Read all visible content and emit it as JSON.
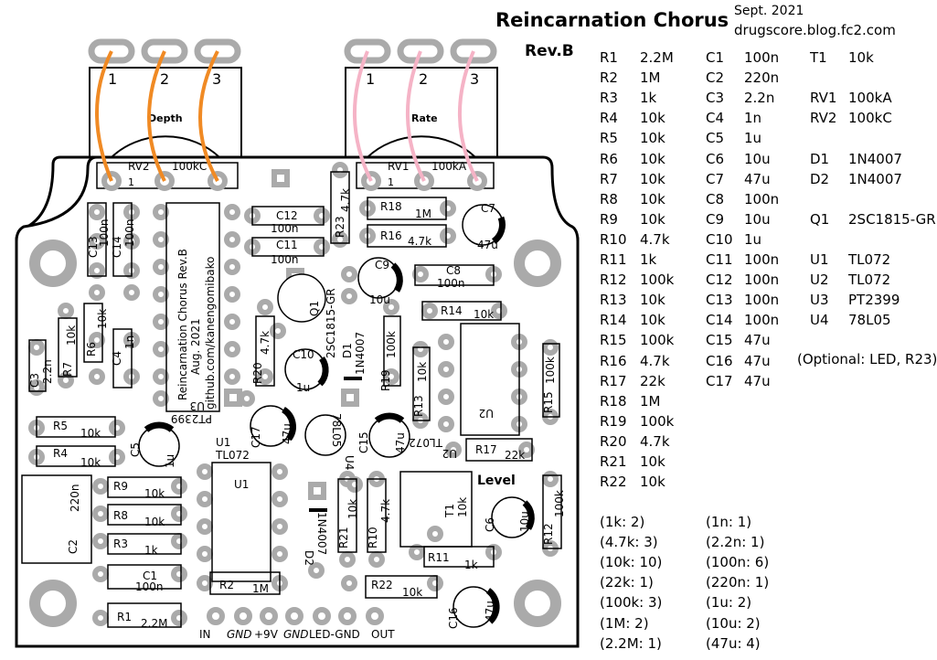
{
  "header": {
    "title": "Reincarnation Chorus",
    "revision": "Rev.B",
    "date": "Sept. 2021",
    "site": "drugscore.blog.fc2.com"
  },
  "pots": [
    {
      "ref": "RV2",
      "value": "100kC",
      "name": "Depth",
      "pins": [
        "1",
        "2",
        "3"
      ],
      "wire_color": "#f08a24"
    },
    {
      "ref": "RV1",
      "value": "100kA",
      "name": "Rate",
      "pins": [
        "1",
        "2",
        "3"
      ],
      "wire_color": "#f5b3c6"
    }
  ],
  "silkscreen": {
    "ic_label": "Reincarnation Chorus Rev.B",
    "ic_date": "Aug. 2021",
    "ic_url": "github.com/kanengomibako",
    "u3_ref": "U3",
    "u3_part": "PT2399",
    "u1_ref": "U1",
    "u1_part": "TL072",
    "u2_ref": "U2",
    "u2_part": "TL072",
    "q1_ref": "Q1",
    "q1_part": "2SC1815-GR",
    "d1_ref": "D1",
    "d1_part": "1N4007",
    "d2_ref": "D2",
    "d2_part": "1N4007",
    "u4_part": "78L05",
    "u4_ref": "U4",
    "level_label": "Level",
    "t1_ref": "T1",
    "t1_value": "10k",
    "pads": [
      "IN",
      "GND",
      "+9V",
      "GND",
      "LED-GND",
      "OUT"
    ],
    "resistors": [
      {
        "ref": "R1",
        "value": "2.2M"
      },
      {
        "ref": "R2",
        "value": "1M"
      },
      {
        "ref": "R3",
        "value": "1k"
      },
      {
        "ref": "R4",
        "value": "10k"
      },
      {
        "ref": "R5",
        "value": "10k"
      },
      {
        "ref": "R6",
        "value": "10k"
      },
      {
        "ref": "R7",
        "value": "10k"
      },
      {
        "ref": "R8",
        "value": "10k"
      },
      {
        "ref": "R9",
        "value": "10k"
      },
      {
        "ref": "R10",
        "value": "4.7k"
      },
      {
        "ref": "R11",
        "value": "1k"
      },
      {
        "ref": "R12",
        "value": "100k"
      },
      {
        "ref": "R13",
        "value": "10k"
      },
      {
        "ref": "R14",
        "value": "10k"
      },
      {
        "ref": "R15",
        "value": "100k"
      },
      {
        "ref": "R16",
        "value": "4.7k"
      },
      {
        "ref": "R17",
        "value": "22k"
      },
      {
        "ref": "R18",
        "value": "1M"
      },
      {
        "ref": "R19",
        "value": "100k"
      },
      {
        "ref": "R20",
        "value": "4.7k"
      },
      {
        "ref": "R21",
        "value": "10k"
      },
      {
        "ref": "R22",
        "value": "10k"
      },
      {
        "ref": "R23",
        "value": "4.7k"
      }
    ],
    "caps": [
      {
        "ref": "C1",
        "value": "100n"
      },
      {
        "ref": "C2",
        "value": "220n"
      },
      {
        "ref": "C3",
        "value": "2.2n"
      },
      {
        "ref": "C4",
        "value": "1n"
      },
      {
        "ref": "C5",
        "value": "1u"
      },
      {
        "ref": "C6",
        "value": "10u"
      },
      {
        "ref": "C7",
        "value": "47u"
      },
      {
        "ref": "C8",
        "value": "100n"
      },
      {
        "ref": "C9",
        "value": "10u"
      },
      {
        "ref": "C10",
        "value": "1u"
      },
      {
        "ref": "C11",
        "value": "100n"
      },
      {
        "ref": "C12",
        "value": "100n"
      },
      {
        "ref": "C13",
        "value": "100n"
      },
      {
        "ref": "C14",
        "value": "100n"
      },
      {
        "ref": "C15",
        "value": "47u"
      },
      {
        "ref": "C16",
        "value": "47u"
      },
      {
        "ref": "C17",
        "value": "47u"
      }
    ]
  },
  "bom": {
    "resistors": [
      [
        "R1",
        "2.2M"
      ],
      [
        "R2",
        "1M"
      ],
      [
        "R3",
        "1k"
      ],
      [
        "R4",
        "10k"
      ],
      [
        "R5",
        "10k"
      ],
      [
        "R6",
        "10k"
      ],
      [
        "R7",
        "10k"
      ],
      [
        "R8",
        "10k"
      ],
      [
        "R9",
        "10k"
      ],
      [
        "R10",
        "4.7k"
      ],
      [
        "R11",
        "1k"
      ],
      [
        "R12",
        "100k"
      ],
      [
        "R13",
        "10k"
      ],
      [
        "R14",
        "10k"
      ],
      [
        "R15",
        "100k"
      ],
      [
        "R16",
        "4.7k"
      ],
      [
        "R17",
        "22k"
      ],
      [
        "R18",
        "1M"
      ],
      [
        "R19",
        "100k"
      ],
      [
        "R20",
        "4.7k"
      ],
      [
        "R21",
        "10k"
      ],
      [
        "R22",
        "10k"
      ]
    ],
    "capacitors": [
      [
        "C1",
        "100n"
      ],
      [
        "C2",
        "220n"
      ],
      [
        "C3",
        "2.2n"
      ],
      [
        "C4",
        "1n"
      ],
      [
        "C5",
        "1u"
      ],
      [
        "C6",
        "10u"
      ],
      [
        "C7",
        "47u"
      ],
      [
        "C8",
        "100n"
      ],
      [
        "C9",
        "10u"
      ],
      [
        "C10",
        "1u"
      ],
      [
        "C11",
        "100n"
      ],
      [
        "C12",
        "100n"
      ],
      [
        "C13",
        "100n"
      ],
      [
        "C14",
        "100n"
      ],
      [
        "C15",
        "47u"
      ],
      [
        "C16",
        "47u"
      ],
      [
        "C17",
        "47u"
      ]
    ],
    "others": [
      [
        "T1",
        "10k"
      ],
      [
        "",
        ""
      ],
      [
        "RV1",
        "100kA"
      ],
      [
        "RV2",
        "100kC"
      ],
      [
        "",
        ""
      ],
      [
        "D1",
        "1N4007"
      ],
      [
        "D2",
        "1N4007"
      ],
      [
        "",
        ""
      ],
      [
        "Q1",
        "2SC1815-GR"
      ],
      [
        "",
        ""
      ],
      [
        "U1",
        "TL072"
      ],
      [
        "U2",
        "TL072"
      ],
      [
        "U3",
        "PT2399"
      ],
      [
        "U4",
        "78L05"
      ]
    ],
    "optional_note": "(Optional: LED, R23)",
    "resistor_counts": [
      "(1k: 2)",
      "(4.7k: 3)",
      "(10k: 10)",
      "(22k: 1)",
      "(100k: 3)",
      "(1M: 2)",
      "(2.2M: 1)"
    ],
    "capacitor_counts": [
      "(1n: 1)",
      "(2.2n: 1)",
      "(100n: 6)",
      "(220n: 1)",
      "(1u: 2)",
      "(10u: 2)",
      "(47u: 4)"
    ]
  }
}
